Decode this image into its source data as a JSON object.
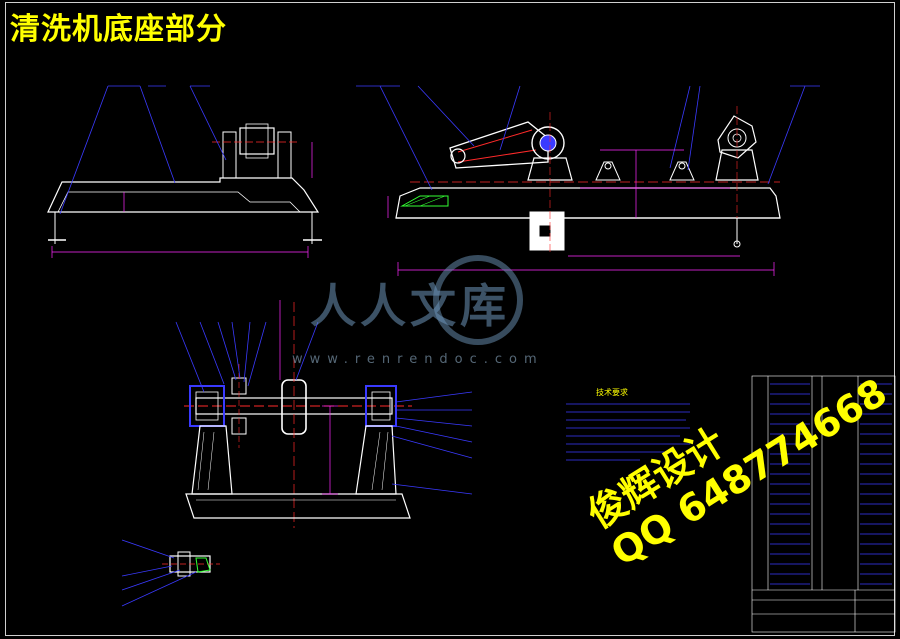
{
  "drawing": {
    "title": "清洗机底座部分"
  },
  "watermark": {
    "brand_text": "人人文库",
    "url_text": "www.renrendoc.com"
  },
  "stamp": {
    "line1": "俊辉设计",
    "line2": "QQ 648774668"
  },
  "notes": {
    "heading": "技术要求"
  },
  "colors": {
    "background": "#000000",
    "outline": "#ffffff",
    "leader": "#3a3aff",
    "center": "#ff2a2a",
    "dimension": "#ff2aff",
    "hatch": "#33ff33",
    "cyan_part": "#00ffff",
    "title_text": "#ffff00"
  }
}
